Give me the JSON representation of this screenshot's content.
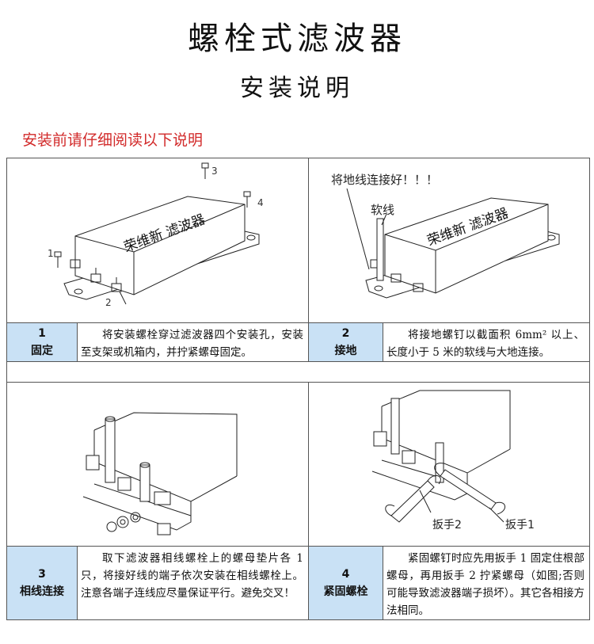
{
  "header": {
    "title": "螺栓式滤波器",
    "subtitle": "安装说明",
    "notice": "安装前请仔细阅读以下说明"
  },
  "steps": [
    {
      "number": "1",
      "name": "固定",
      "text": "将安装螺栓穿过滤波器四个安装孔，安装至支架或机箱内，并拧紧螺母固定。",
      "figure": {
        "box_label": "荣维新 滤波器",
        "callouts": [
          "1",
          "2",
          "3",
          "4"
        ]
      }
    },
    {
      "number": "2",
      "name": "接地",
      "text": "将接地螺钉以截面积 6mm² 以上、长度小于 5 米的软线与大地连接。",
      "figure": {
        "box_label": "荣维新 滤波器",
        "callouts": [
          "将地线连接好！！！",
          "软线"
        ]
      }
    },
    {
      "number": "3",
      "name": "相线连接",
      "text": "取下滤波器相线螺栓上的螺母垫片各 1 只，将接好线的端子依次安装在相线螺栓上。注意各端子连线应尽量保证平行。避免交叉！",
      "figure": {
        "callouts": []
      }
    },
    {
      "number": "4",
      "name": "紧固螺栓",
      "text": "紧固螺钉时应先用扳手 1 固定住根部螺母，再用扳手 2 拧紧螺母（如图;否则可能导致滤波器端子损坏）。其它各相接方法相同。",
      "figure": {
        "callouts": [
          "扳手2",
          "扳手1"
        ]
      }
    }
  ]
}
